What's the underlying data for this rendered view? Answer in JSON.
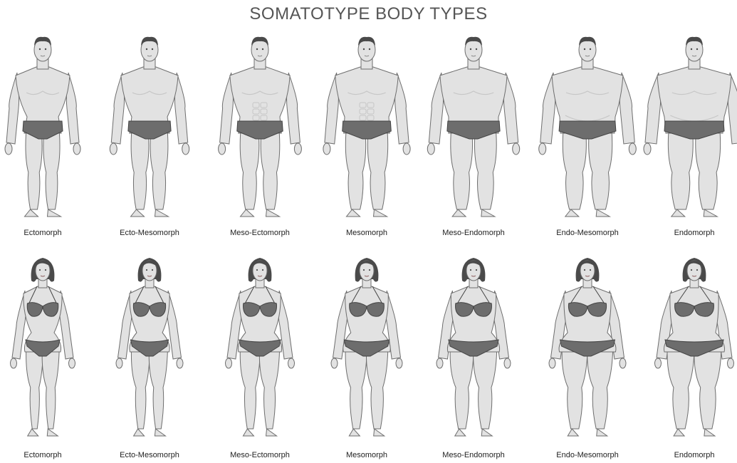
{
  "title": "SOMATOTYPE BODY TYPES",
  "rows": [
    {
      "gender": "male",
      "figures": [
        {
          "label": "Ectomorph",
          "build": 0.0
        },
        {
          "label": "Ecto-Mesomorph",
          "build": 0.15
        },
        {
          "label": "Meso-Ectomorph",
          "build": 0.3
        },
        {
          "label": "Mesomorph",
          "build": 0.45
        },
        {
          "label": "Meso-Endomorph",
          "build": 0.65
        },
        {
          "label": "Endo-Mesomorph",
          "build": 0.85
        },
        {
          "label": "Endomorph",
          "build": 1.0
        }
      ]
    },
    {
      "gender": "female",
      "figures": [
        {
          "label": "Ectomorph",
          "build": 0.0
        },
        {
          "label": "Ecto-Mesomorph",
          "build": 0.15
        },
        {
          "label": "Meso-Ectomorph",
          "build": 0.3
        },
        {
          "label": "Mesomorph",
          "build": 0.45
        },
        {
          "label": "Meso-Endomorph",
          "build": 0.65
        },
        {
          "label": "Endo-Mesomorph",
          "build": 0.85
        },
        {
          "label": "Endomorph",
          "build": 1.0
        }
      ]
    }
  ],
  "colors": {
    "skin": "#e2e2e2",
    "skin_shadow": "#c6c6c6",
    "outline": "#6e6e6e",
    "hair": "#4a4a4a",
    "garment": "#6d6d6d",
    "garment_edge": "#444444",
    "text": "#222222"
  }
}
